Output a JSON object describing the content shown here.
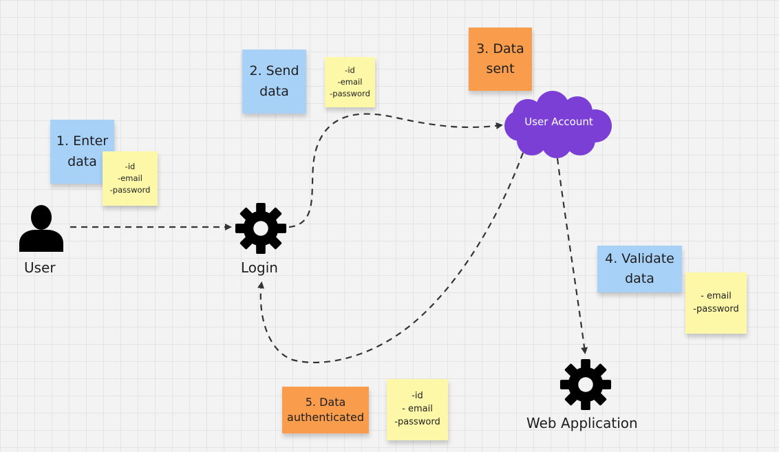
{
  "nodes": {
    "user": {
      "label": "User",
      "icon": "user-icon"
    },
    "login": {
      "label": "Login",
      "icon": "gear-icon"
    },
    "user_account": {
      "label": "User Account",
      "icon": "cloud-icon",
      "color": "#7b3fd6"
    },
    "web_app": {
      "label": "Web Application",
      "icon": "gear-icon"
    }
  },
  "notes": {
    "step1": "1. Enter\ndata",
    "step1_fields": "-id\n-email\n-password",
    "step2": "2. Send\ndata",
    "step2_fields": "-id\n-email\n-password",
    "step3": "3. Data\nsent",
    "step4": "4. Validate\ndata",
    "step4_fields": "- email\n-password",
    "step5": "5. Data\nauthenticated",
    "step5_fields": "-id\n- email\n-password"
  },
  "colors": {
    "blue_note": "#a8d1f7",
    "orange_note": "#f99c4c",
    "yellow_note": "#fcf8a8",
    "cloud": "#7b3fd6",
    "arrow": "#333333"
  }
}
